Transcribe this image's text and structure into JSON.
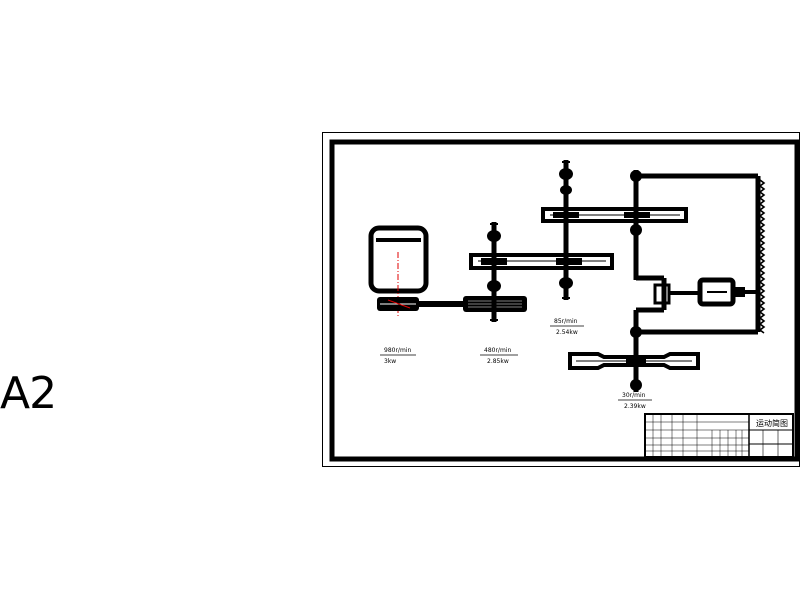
{
  "sheet_size": "A2",
  "colors": {
    "line": "#000000",
    "centerline": "#e00000",
    "paper": "#ffffff"
  },
  "stages": [
    {
      "speed": "980r/min",
      "power": "3kw"
    },
    {
      "speed": "480r/min",
      "power": "2.85kw"
    },
    {
      "speed": "85r/min",
      "power": "2.54kw"
    },
    {
      "speed": "30r/min",
      "power": "2.39kw"
    }
  ],
  "title_block": {
    "name": "运动简图"
  }
}
